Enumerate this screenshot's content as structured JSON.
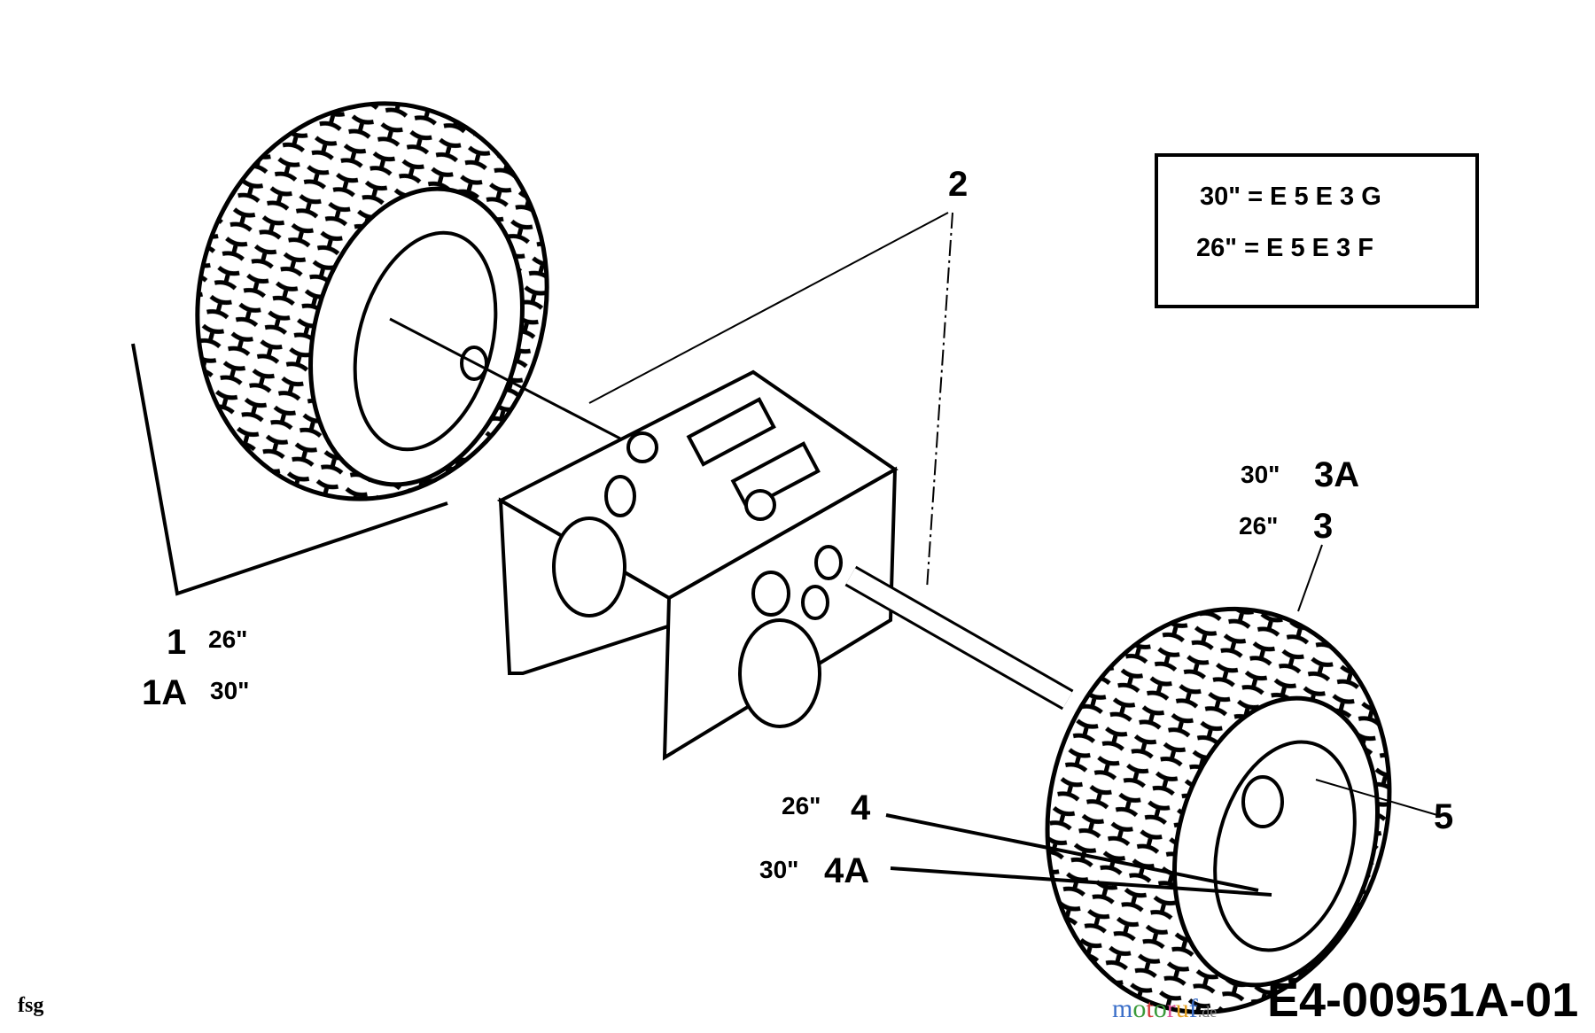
{
  "callouts": {
    "part2": "2",
    "part1_num": "1",
    "part1_size": "26\"",
    "part1a_num": "1A",
    "part1a_size": "30\"",
    "part3a_size": "30\"",
    "part3a_num": "3A",
    "part3_size": "26\"",
    "part3_num": "3",
    "part4_size": "26\"",
    "part4_num": "4",
    "part4a_size": "30\"",
    "part4a_num": "4A",
    "part5": "5"
  },
  "legend_box": {
    "line1": "30\" = E 5 E 3 G",
    "line2": "26\" = E 5 E 3 F"
  },
  "footer": {
    "author_initials": "fsg",
    "drawing_code": "E4-00951A-01",
    "watermark": "motoruf.de"
  },
  "colors": {
    "ink": "#000000",
    "paper": "#ffffff"
  }
}
